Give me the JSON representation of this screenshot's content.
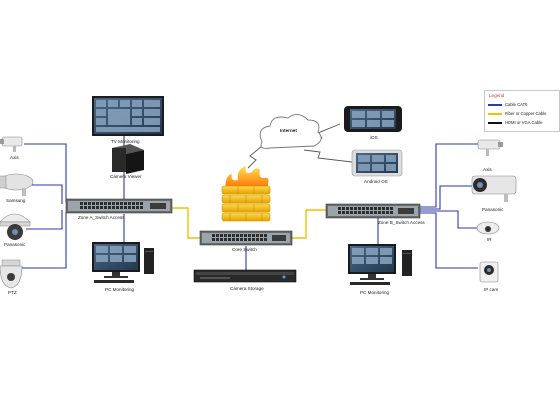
{
  "labels": {
    "tv": "TV Monitoring",
    "camera_viewer": "Camera Viewer",
    "internet": "Internet",
    "ios": "iOS",
    "android": "Android OS",
    "axis_left": "Axis",
    "samsung": "Samsung",
    "panasonic_left": "Panasonic",
    "ptz": "PTZ",
    "zone_a": "Zone A_Switch Access",
    "zone_b": "Zone B_Switch Access",
    "core": "Core Switch",
    "storage": "Camera Storage",
    "pc_left": "PC Monitoring",
    "pc_right": "PC Monitoring",
    "axis_right": "Axis",
    "panasonic_right": "Panasonic",
    "ip_right": "IR",
    "ipcam_right": "IP cam"
  },
  "legend": {
    "title": "Legend",
    "items": [
      {
        "label": "Cable CAT6",
        "color": "#2b3aa8"
      },
      {
        "label": "Fiber or Copper Cable",
        "color": "#f2c200"
      },
      {
        "label": "HDMI or VGA Cable",
        "color": "#111111"
      }
    ]
  },
  "colors": {
    "cat6": "#2b3aa8",
    "fiber": "#f2c200",
    "video": "#111111",
    "internet_link": "#555555"
  },
  "icons": [
    "security-camera-icon",
    "switch-icon",
    "firewall-icon",
    "monitor-icon",
    "pc-tower-icon",
    "nvr-icon",
    "phone-icon",
    "cloud-icon"
  ]
}
